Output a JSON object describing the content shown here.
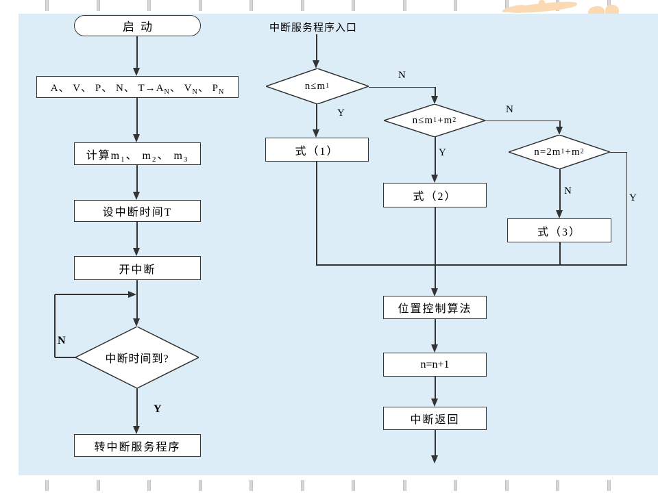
{
  "page": {
    "panel_bg": "#dcedf8",
    "line_color": "#333333",
    "watermark_color": "#fbd9b2"
  },
  "left_flow": {
    "start": "启动",
    "init": "A、 V、 P、 N、 T→A_{N}、 V_{N}、 P_{N}",
    "calc": "计算m_{1}、 m_{2}、 m_{3}",
    "set_timer": "设中断时间T",
    "enable_interrupt": "开中断",
    "decision": "中断时间到?",
    "goto_isr": "转中断服务程序",
    "label_n": "N",
    "label_y": "Y"
  },
  "right_flow": {
    "entry": "中断服务程序入口",
    "d1": "n≤m_{1}",
    "d2": "n≤m_{1}+m_{2}",
    "d3": "n=2m_{1}+m_{2}",
    "f1": "式（1）",
    "f2": "式（2）",
    "f3": "式（3）",
    "position": "位置控制算法",
    "increment": "n=n+1",
    "return": "中断返回",
    "d1_n": "N",
    "d1_y": "Y",
    "d2_n": "N",
    "d2_y": "Y",
    "d3_n": "N",
    "d3_y": "Y"
  }
}
